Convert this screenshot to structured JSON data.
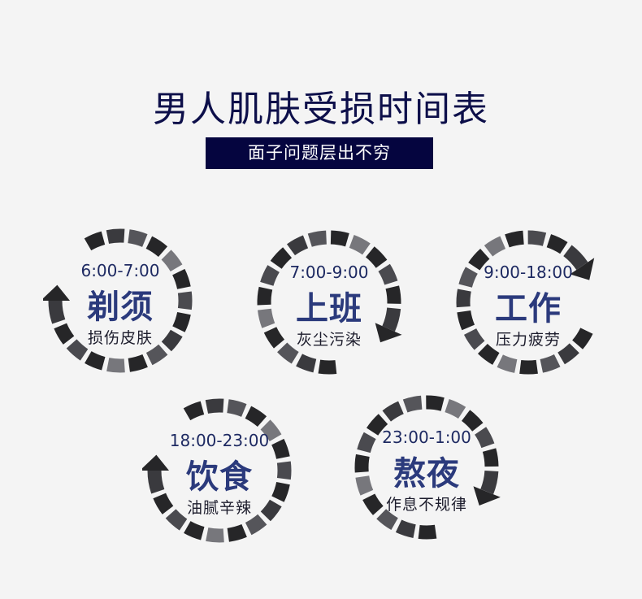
{
  "title": "男人肌肤受损时间表",
  "subtitle": "面子问题层出不穷",
  "colors": {
    "title": "#0d0f4a",
    "banner": "#05053f",
    "label": "#2b3a7c",
    "ring": "#262628"
  },
  "items": [
    {
      "time": "6:00-7:00",
      "name": "剃须",
      "effect": "损伤皮肤"
    },
    {
      "time": "7:00-9:00",
      "name": "上班",
      "effect": "灰尘污染"
    },
    {
      "time": "9:00-18:00",
      "name": "工作",
      "effect": "压力疲劳"
    },
    {
      "time": "18:00-23:00",
      "name": "饮食",
      "effect": "油腻辛辣"
    },
    {
      "time": "23:00-1:00",
      "name": "熬夜",
      "effect": "作息不规律"
    }
  ]
}
